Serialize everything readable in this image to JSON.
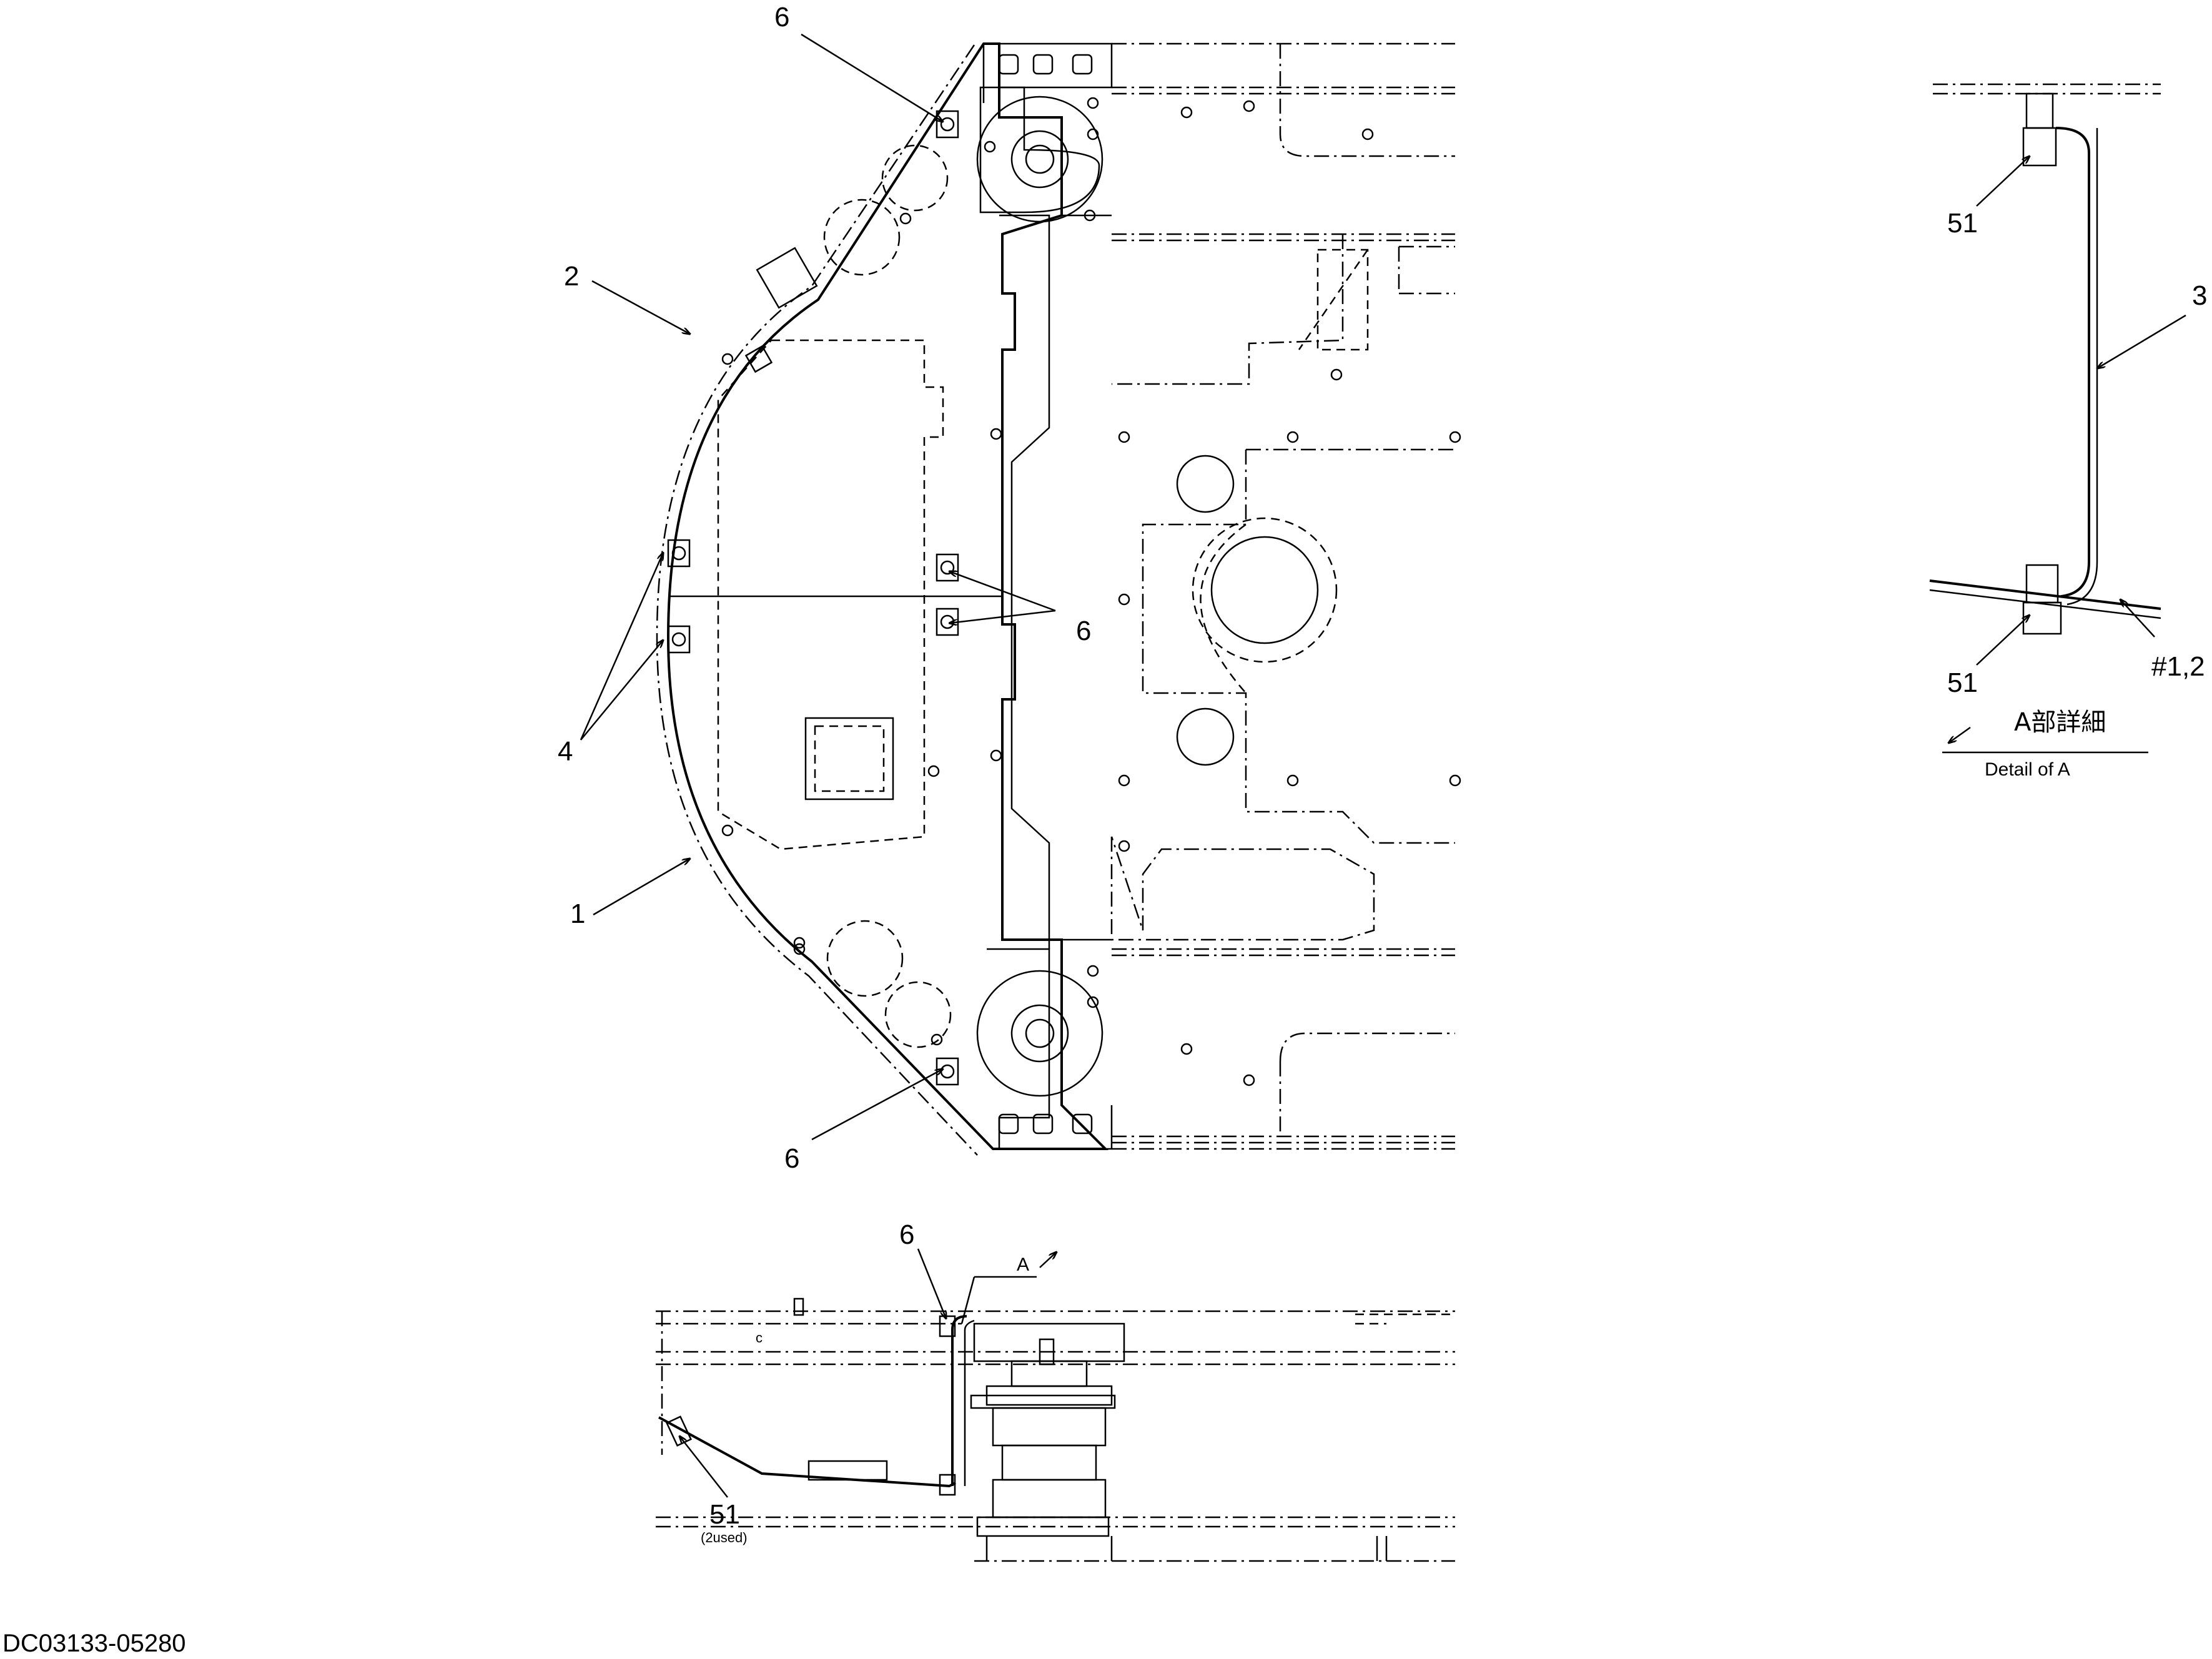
{
  "callouts": {
    "top_6": "6",
    "mid_6": "6",
    "bottom_6": "6",
    "side_6": "6",
    "label_2": "2",
    "label_1": "1",
    "label_4": "4",
    "label_3": "3",
    "detail_51_top": "51",
    "detail_51_bottom": "51",
    "detail_12": "#1,2",
    "side_51": "51",
    "side_51_note": "(2used)",
    "section_A": "A"
  },
  "detail": {
    "title_jp": "A部詳細",
    "title_en": "Detail of A"
  },
  "drawing_code": "DC03133-05280"
}
